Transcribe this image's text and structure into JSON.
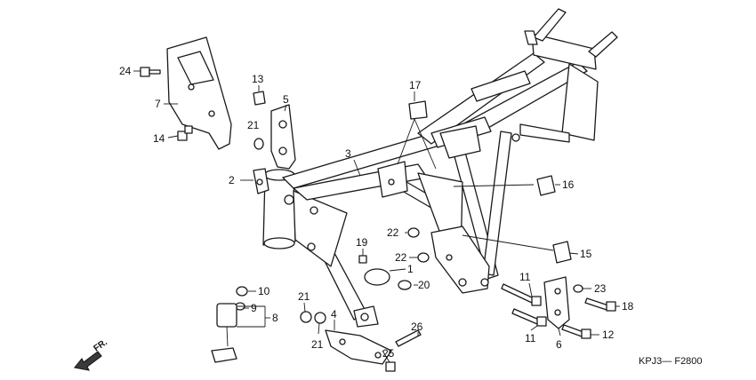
{
  "drawing_code": "KPJ3— F2800",
  "direction_label": "FR.",
  "callouts": {
    "c1": "1",
    "c2": "2",
    "c3": "3",
    "c4": "4",
    "c5": "5",
    "c6": "6",
    "c7": "7",
    "c8": "8",
    "c9": "9",
    "c10": "10",
    "c11a": "11",
    "c11b": "11",
    "c12": "12",
    "c13": "13",
    "c14": "14",
    "c15": "15",
    "c16": "16",
    "c17": "17",
    "c18": "18",
    "c19": "19",
    "c20": "20",
    "c21a": "21",
    "c21b": "21",
    "c21c": "21",
    "c22a": "22",
    "c22b": "22",
    "c23": "23",
    "c24": "24",
    "c25": "25",
    "c26": "26"
  }
}
